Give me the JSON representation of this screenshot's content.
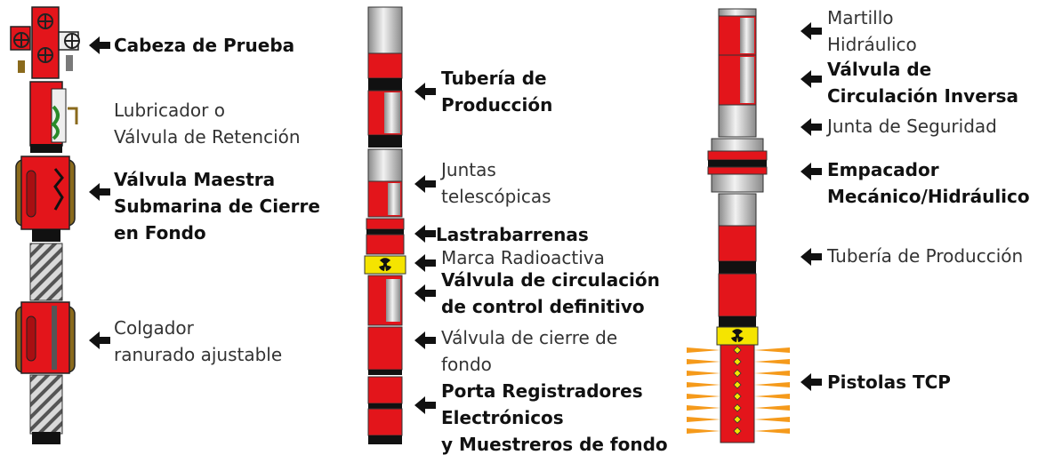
{
  "colors": {
    "red": "#e3151b",
    "darkred": "#a80f12",
    "black": "#111111",
    "gray": "#cfcfcf",
    "darkgray": "#7a7a7a",
    "yellow": "#f5e400",
    "olive": "#8a6a1c",
    "orange": "#f59a1b",
    "arrow": "#111111"
  },
  "icons": {
    "arrow": "arrow-left-icon",
    "radioactive": "radioactive-icon"
  },
  "labels": [
    {
      "id": "cabeza",
      "bold": true,
      "lines": [
        "Cabeza de Prueba"
      ]
    },
    {
      "id": "lubricador",
      "bold": false,
      "lines": [
        "Lubricador o",
        "Válvula de Retención"
      ]
    },
    {
      "id": "valvula-maestra",
      "bold": true,
      "lines": [
        "Válvula Maestra",
        "Submarina de Cierre",
        "en Fondo"
      ]
    },
    {
      "id": "colgador",
      "bold": false,
      "lines": [
        "Colgador",
        "ranurado ajustable"
      ]
    },
    {
      "id": "tuberia-1",
      "bold": true,
      "lines": [
        "Tubería de",
        "Producción"
      ]
    },
    {
      "id": "juntas",
      "bold": false,
      "lines": [
        "Juntas",
        "telescópicas"
      ]
    },
    {
      "id": "lastrabarrenas",
      "bold": true,
      "lines": [
        "Lastrabarrenas"
      ]
    },
    {
      "id": "marca",
      "bold": false,
      "lines": [
        "Marca Radioactiva"
      ]
    },
    {
      "id": "valvula-circ",
      "bold": true,
      "lines": [
        "Válvula de circulación",
        "de control definitivo"
      ]
    },
    {
      "id": "valvula-cierre",
      "bold": false,
      "lines": [
        "Válvula de cierre de",
        "fondo"
      ]
    },
    {
      "id": "porta",
      "bold": true,
      "lines": [
        "Porta Registradores",
        "Electrónicos",
        "y Muestreros de fondo"
      ]
    },
    {
      "id": "martillo",
      "bold": false,
      "lines": [
        "Martillo",
        "Hidráulico"
      ]
    },
    {
      "id": "valvula-inversa",
      "bold": true,
      "lines": [
        "Válvula de",
        "Circulación Inversa"
      ]
    },
    {
      "id": "junta-seguridad",
      "bold": false,
      "lines": [
        "Junta de Seguridad"
      ]
    },
    {
      "id": "empacador",
      "bold": true,
      "lines": [
        "Empacador",
        "Mecánico/Hidráulico"
      ]
    },
    {
      "id": "tuberia-2",
      "bold": false,
      "lines": [
        "Tubería de Producción"
      ]
    },
    {
      "id": "pistolas",
      "bold": true,
      "lines": [
        "Pistolas TCP"
      ]
    }
  ]
}
